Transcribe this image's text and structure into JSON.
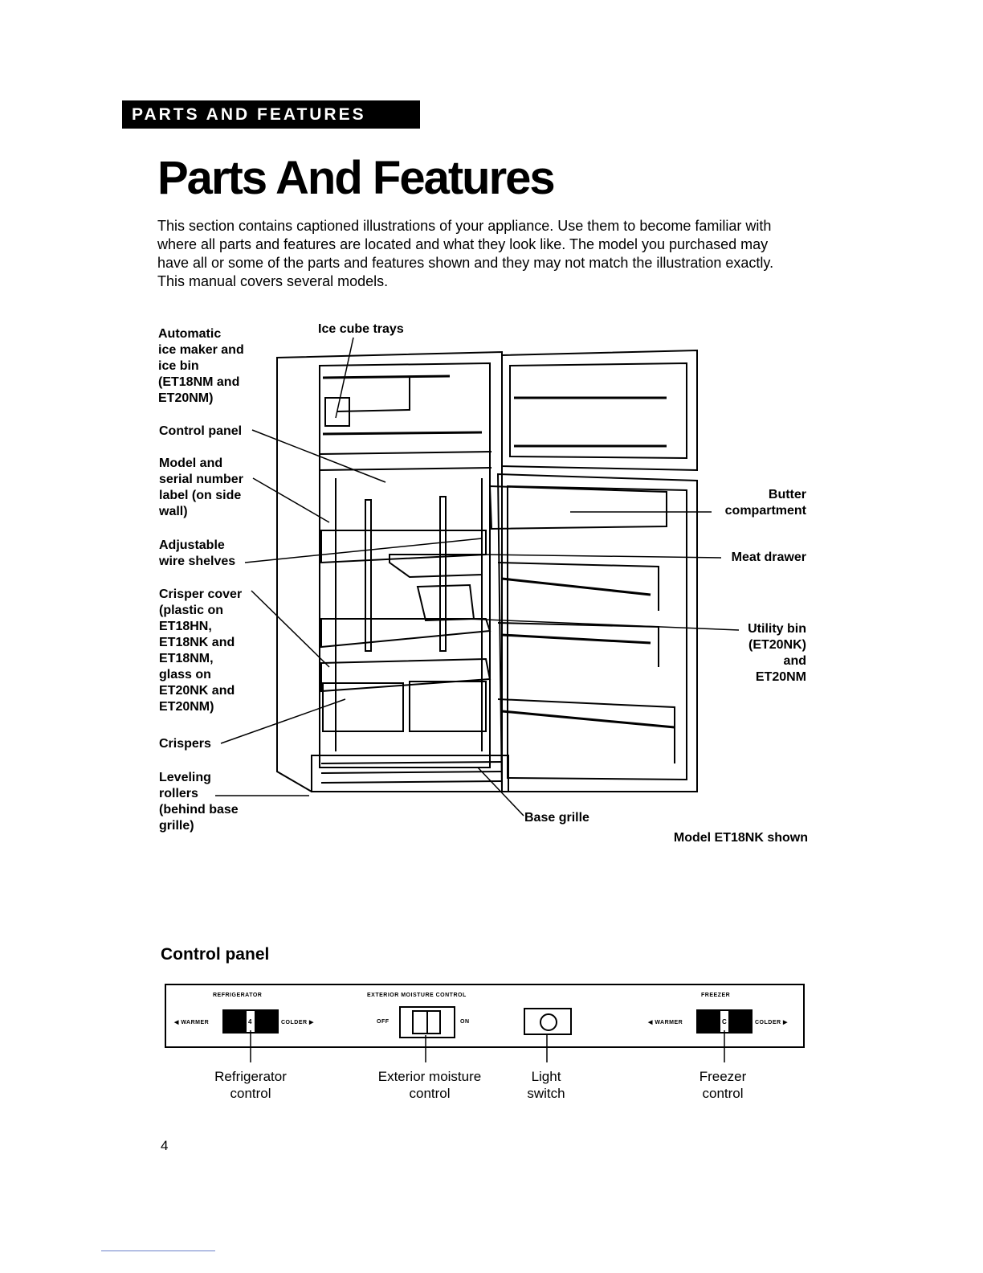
{
  "header": {
    "section_banner": "PARTS AND FEATURES"
  },
  "page_title": "Parts And Features",
  "intro": "This section contains captioned illustrations of your appliance. Use them to become familiar with where all parts and features are located and what they look like. The model you purchased may have all or some of the parts and features shown and they may not match the illustration exactly. This manual covers several models.",
  "diagram": {
    "labels": {
      "ice_maker": "Automatic\nice maker and\nice bin\n(ET18NM and\nET20NM)",
      "ice_cube_trays": "Ice cube trays",
      "control_panel": "Control panel",
      "model_serial": "Model and\nserial number\nlabel (on side\nwall)",
      "wire_shelves": "Adjustable\nwire shelves",
      "crisper_cover": "Crisper cover\n(plastic on\nET18HN,\nET18NK and\nET18NM,\nglass on\nET20NK and\nET20NM)",
      "crispers": "Crispers",
      "leveling_rollers": "Leveling\nrollers\n(behind base\ngrille)",
      "base_grille": "Base grille",
      "butter": "Butter\ncompartment",
      "meat_drawer": "Meat drawer",
      "utility_bin": "Utility bin\n(ET20NK)\nand\nET20NM",
      "model_shown": "Model ET18NK shown"
    }
  },
  "control_panel": {
    "title": "Control panel",
    "refrigerator": {
      "heading": "REFRIGERATOR",
      "warmer": "◀ WARMER",
      "colder": "COLDER ▶",
      "setting": "4"
    },
    "moisture": {
      "heading": "EXTERIOR MOISTURE CONTROL",
      "off": "OFF",
      "on": "ON"
    },
    "freezer": {
      "heading": "FREEZER",
      "warmer": "◀ WARMER",
      "colder": "COLDER ▶",
      "setting": "C"
    },
    "captions": {
      "refrigerator": "Refrigerator\ncontrol",
      "moisture": "Exterior moisture\ncontrol",
      "light": "Light\nswitch",
      "freezer": "Freezer\ncontrol"
    }
  },
  "page_number": "4"
}
